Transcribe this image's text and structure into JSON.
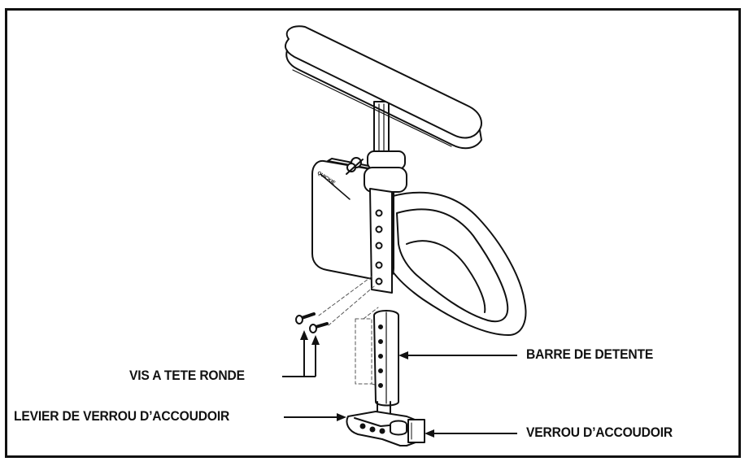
{
  "labels": {
    "screws": "VIS A TETE RONDE",
    "detent_bar": "BARRE DE DETENTE",
    "lock_lever": "LEVIER DE VERROU D’ACCOUDOIR",
    "armrest_lock": "VERROU D’ACCOUDOIR"
  },
  "panel_brand": "QUICKIE",
  "colors": {
    "line": "#111111",
    "paper": "#ffffff",
    "shade": "#e6e6e6"
  }
}
